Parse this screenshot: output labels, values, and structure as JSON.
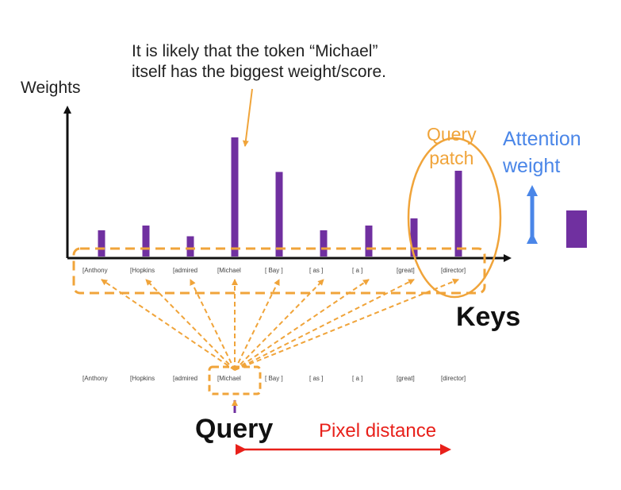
{
  "annotation": [
    "It is likely that the token “Michael”",
    "itself has the biggest weight/score."
  ],
  "y_axis_label": "Weights",
  "keys_label": "Keys",
  "query_label": "Query",
  "query_patch_label": [
    "Query",
    "patch"
  ],
  "attention_weight_label": [
    "Attention",
    "weight"
  ],
  "pixel_distance_label": "Pixel distance",
  "key_tokens": [
    "[Anthony",
    "[Hopkins",
    "[admired",
    "[Michael",
    "[  Bay  ]",
    "[  as  ]",
    "[  a  ]",
    "[great]",
    "[director]"
  ],
  "query_tokens": [
    "[Anthony",
    "[Hopkins",
    "[admired",
    "[Michael",
    "[  Bay  ]",
    "[  as  ]",
    "[  a  ]",
    "[great]",
    "[director]"
  ],
  "bar_weights": [
    0.22,
    0.26,
    0.17,
    1.0,
    0.71,
    0.22,
    0.26,
    0.32,
    0.72
  ],
  "colors": {
    "bar": "#7030a0",
    "dashed": "#f0a43a",
    "attention_arrow": "#4a86e8",
    "pixel_arrow": "#e8201a",
    "query_patch": "#f0a43a"
  }
}
